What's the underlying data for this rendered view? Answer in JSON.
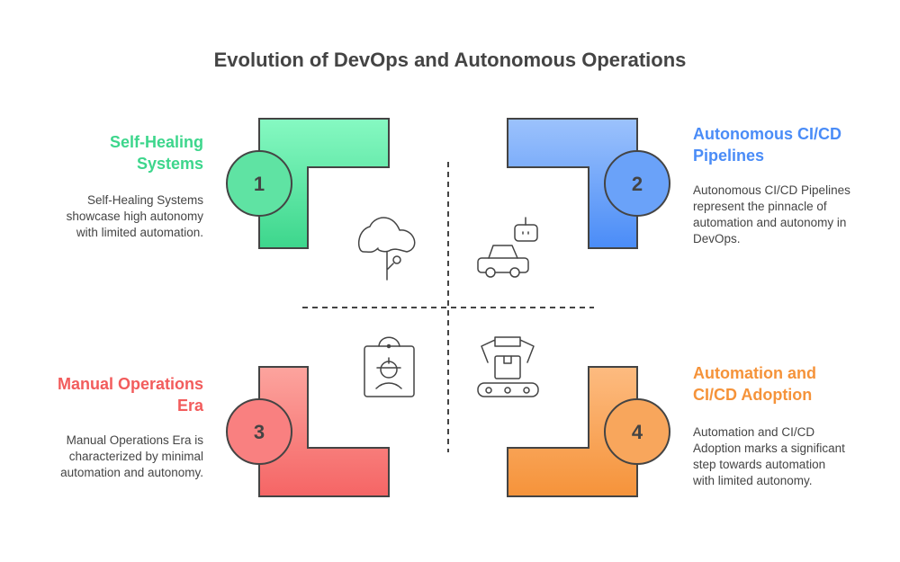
{
  "title": "Evolution of DevOps and Autonomous Operations",
  "quadrants": [
    {
      "number": "1",
      "heading": "Self-Healing Systems",
      "description": "Self-Healing Systems showcase high autonomy with limited automation.",
      "color": "#3dd68c",
      "icon": "tree-icon"
    },
    {
      "number": "2",
      "heading": "Autonomous CI/CD Pipelines",
      "description": "Autonomous CI/CD Pipelines represent the pinnacle of automation and autonomy in DevOps.",
      "color": "#4a8cf7",
      "icon": "self-driving-car-icon"
    },
    {
      "number": "3",
      "heading": "Manual Operations Era",
      "description": "Manual Operations Era is characterized by minimal automation and autonomy.",
      "color": "#f25c5c",
      "icon": "worker-badge-icon"
    },
    {
      "number": "4",
      "heading": "Automation and CI/CD Adoption",
      "description": "Automation and CI/CD Adoption marks a significant step towards automation with limited autonomy.",
      "color": "#f5933a",
      "icon": "robotic-arm-conveyor-icon"
    }
  ]
}
